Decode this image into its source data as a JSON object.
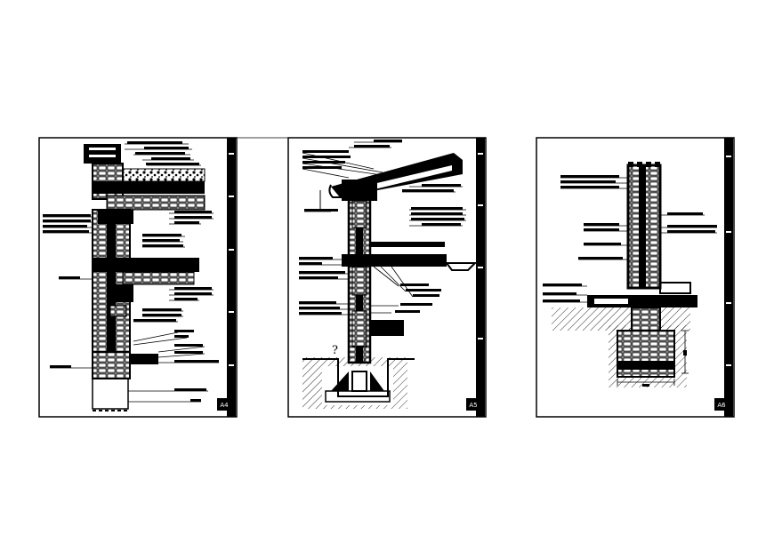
{
  "drawing": {
    "panels": [
      {
        "id": "panel-1",
        "sheet_tag": "A4"
      },
      {
        "id": "panel-2",
        "sheet_tag": "A5",
        "mark": "?"
      },
      {
        "id": "panel-3",
        "sheet_tag": "A6"
      }
    ]
  },
  "colors": {
    "ink": "#000000",
    "paper": "#ffffff"
  }
}
